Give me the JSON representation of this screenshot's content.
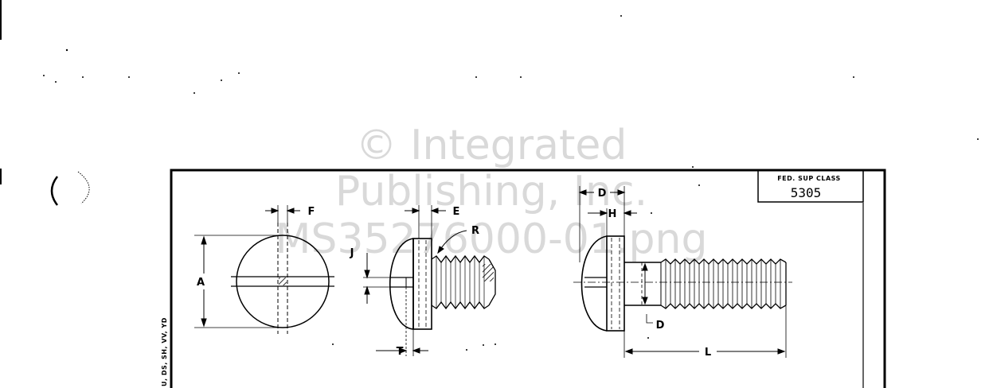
{
  "watermark": {
    "line1": "© Integrated",
    "line2": "Publishing, Inc.",
    "line3": "MS35276000-01.png"
  },
  "title_block": {
    "heading": "FED. SUP CLASS",
    "class_number": "5305"
  },
  "dimension_labels": {
    "A": "A",
    "D_head": "D",
    "D_shank": "D",
    "E": "E",
    "F": "F",
    "H": "H",
    "J": "J",
    "L": "L",
    "R": "R",
    "T": "T"
  },
  "side_text": "U, DS, SH, VV, YD",
  "colors": {
    "ink": "#000000",
    "paper": "#ffffff",
    "watermark": "#d9d9d9"
  }
}
